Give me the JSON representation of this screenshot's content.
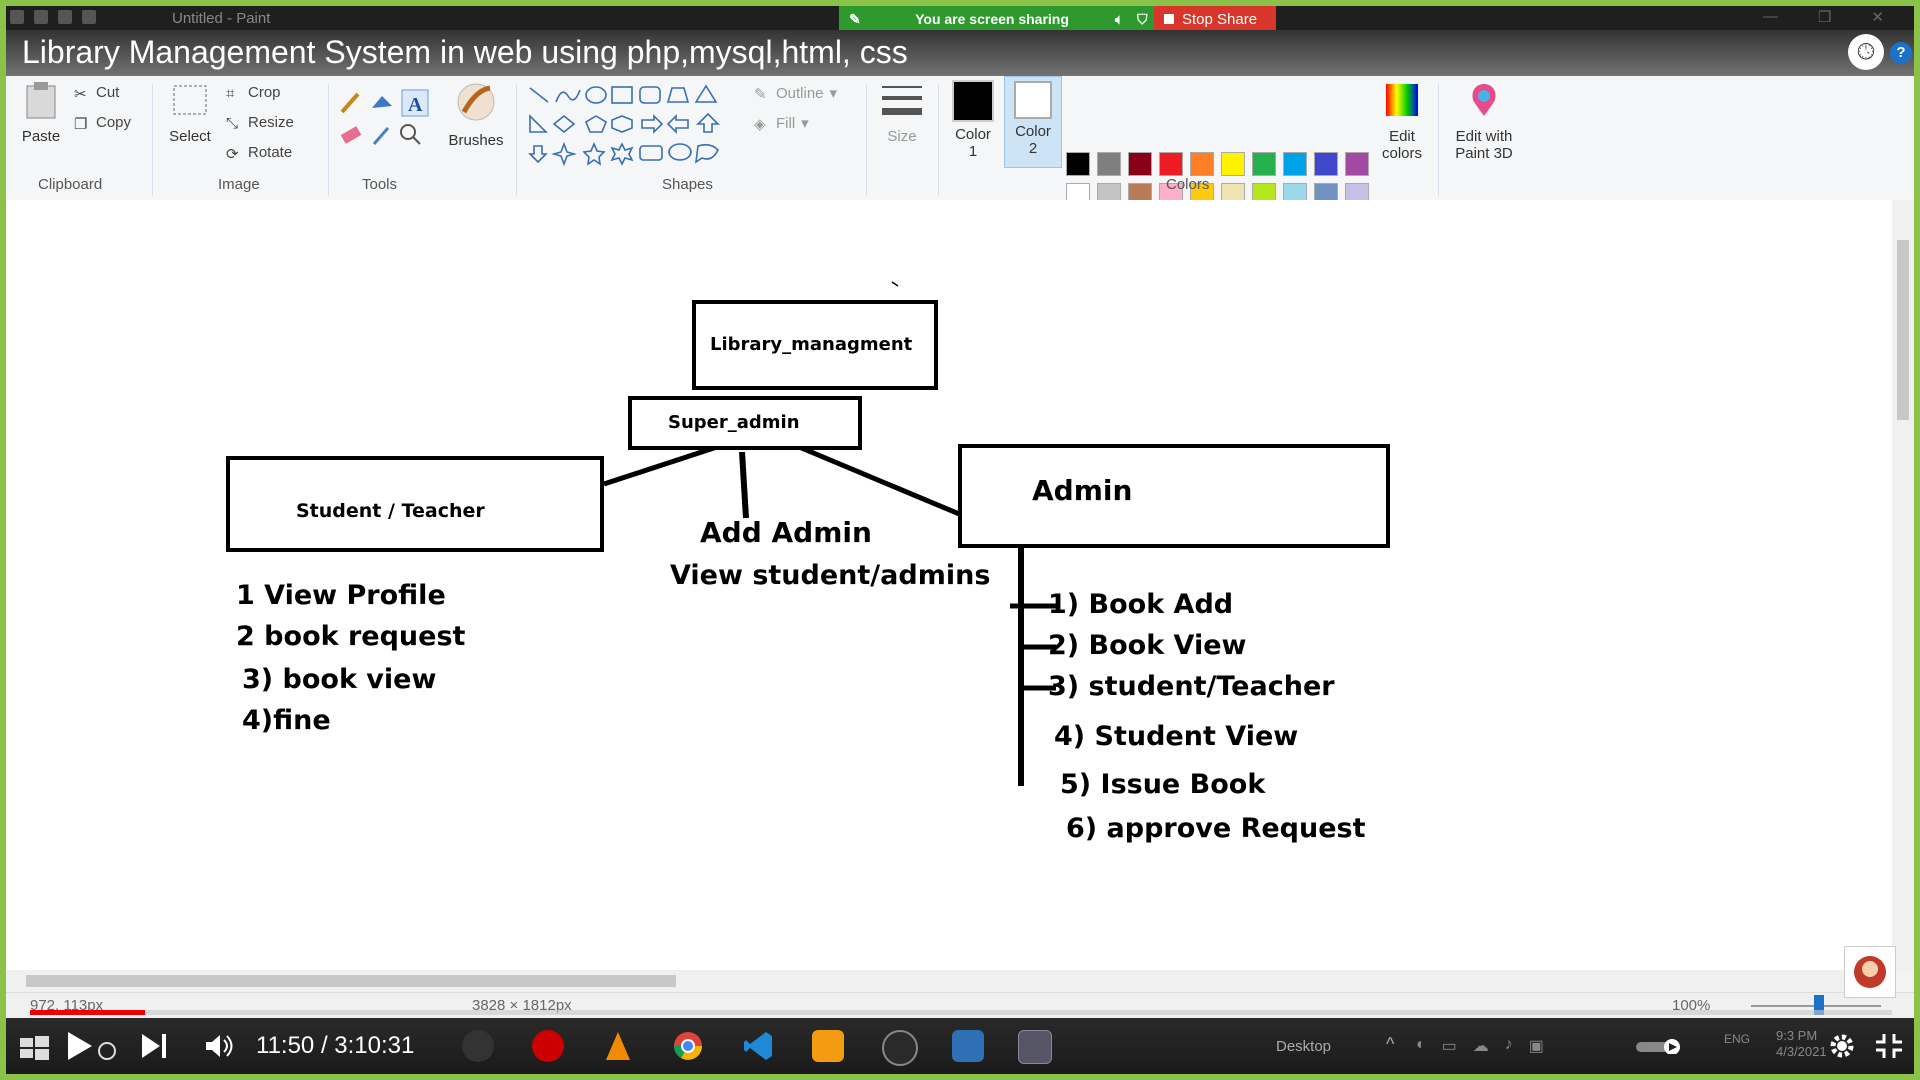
{
  "paint": {
    "doc_title": "Untitled - Paint",
    "status_position": "972, 113px",
    "status_dimensions": "3828 × 1812px",
    "zoom": "100%"
  },
  "share": {
    "message": "You are screen sharing",
    "stop_label": "Stop Share"
  },
  "video": {
    "title": "Library Management System in web using php,mysql,html, css",
    "time": "11:50 / 3:10:31",
    "progress_fraction": 0.062
  },
  "ribbon": {
    "paste": "Paste",
    "cut": "Cut",
    "copy": "Copy",
    "clipboard": "Clipboard",
    "select": "Select",
    "crop": "Crop",
    "resize": "Resize",
    "rotate": "Rotate",
    "image": "Image",
    "tools": "Tools",
    "brushes": "Brushes",
    "outline": "Outline",
    "fill": "Fill",
    "shapes": "Shapes",
    "size": "Size",
    "color1": "Color 1",
    "color2": "Color 2",
    "colors": "Colors",
    "edit_colors": "Edit colors",
    "edit_paint3d": "Edit with Paint 3D",
    "palette_row1": [
      "#000000",
      "#7f7f7f",
      "#880015",
      "#ed1c24",
      "#ff7f27",
      "#fff200",
      "#22b14c",
      "#00a2e8",
      "#3f48cc",
      "#a349a4"
    ],
    "palette_row2": [
      "#ffffff",
      "#c3c3c3",
      "#b97a57",
      "#ffaec9",
      "#ffc90e",
      "#efe4b0",
      "#b5e61d",
      "#99d9ea",
      "#7092be",
      "#c8bfe7"
    ]
  },
  "diagram": {
    "library_box": "Library_managment",
    "super_admin_box": "Super_admin",
    "student_box": "Student / Teacher",
    "admin_box": "Admin",
    "super_admin_items": [
      "Add Admin",
      "View student/admins"
    ],
    "student_items": [
      "1 View Profile",
      "2 book request",
      "3) book view",
      "4)fine"
    ],
    "admin_items": [
      "1) Book Add",
      "2) Book View",
      "3) student/Teacher",
      "4) Student View",
      "5) Issue Book",
      "6) approve Request"
    ]
  },
  "taskbar": {
    "desktop": "Desktop",
    "lang": "ENG",
    "time": "9:3 PM",
    "date": "4/3/2021"
  }
}
